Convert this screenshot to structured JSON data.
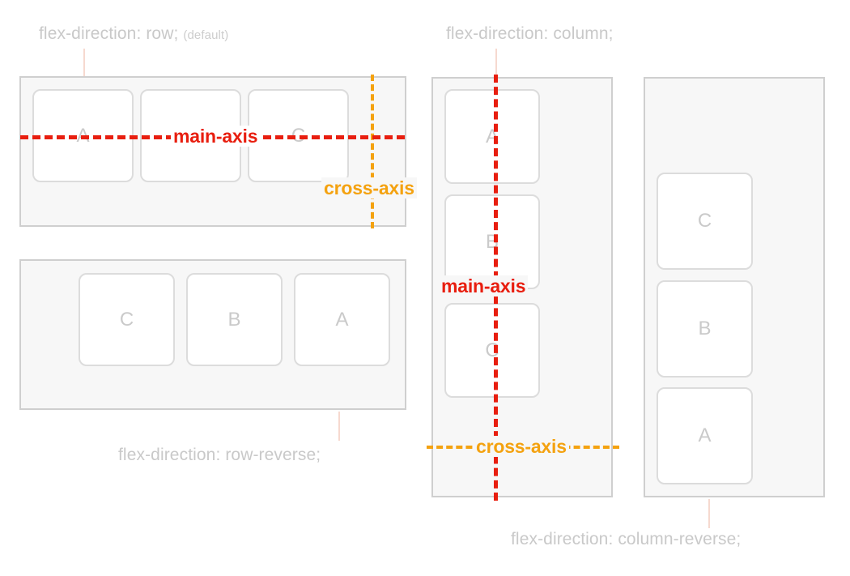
{
  "colors": {
    "main_axis": "#e81e0f",
    "cross_axis": "#f4a210",
    "caption": "#c9c9c9",
    "container_bg": "#f7f7f7",
    "container_border": "#cfcfcf",
    "item_border": "#dcdcdc",
    "item_text": "#cacaca",
    "leader": "#f6d9cf"
  },
  "captions": {
    "row": "flex-direction: row;",
    "row_default_note": "(default)",
    "column": "flex-direction: column;",
    "row_reverse": "flex-direction: row-reverse;",
    "column_reverse": "flex-direction: column-reverse;"
  },
  "axis_labels": {
    "main_axis": "main-axis",
    "cross_axis": "cross-axis"
  },
  "panels": [
    {
      "id": "row",
      "caption": "flex-direction: row;",
      "note": "(default)",
      "items": [
        "A",
        "B",
        "C"
      ],
      "main_axis_label": "main-axis",
      "cross_axis_label": "cross-axis"
    },
    {
      "id": "row-reverse",
      "caption": "flex-direction: row-reverse;",
      "items": [
        "C",
        "B",
        "A"
      ]
    },
    {
      "id": "column",
      "caption": "flex-direction: column;",
      "items": [
        "A",
        "B",
        "C"
      ],
      "main_axis_label": "main-axis",
      "cross_axis_label": "cross-axis"
    },
    {
      "id": "column-reverse",
      "caption": "flex-direction: column-reverse;",
      "items": [
        "C",
        "B",
        "A"
      ]
    }
  ]
}
